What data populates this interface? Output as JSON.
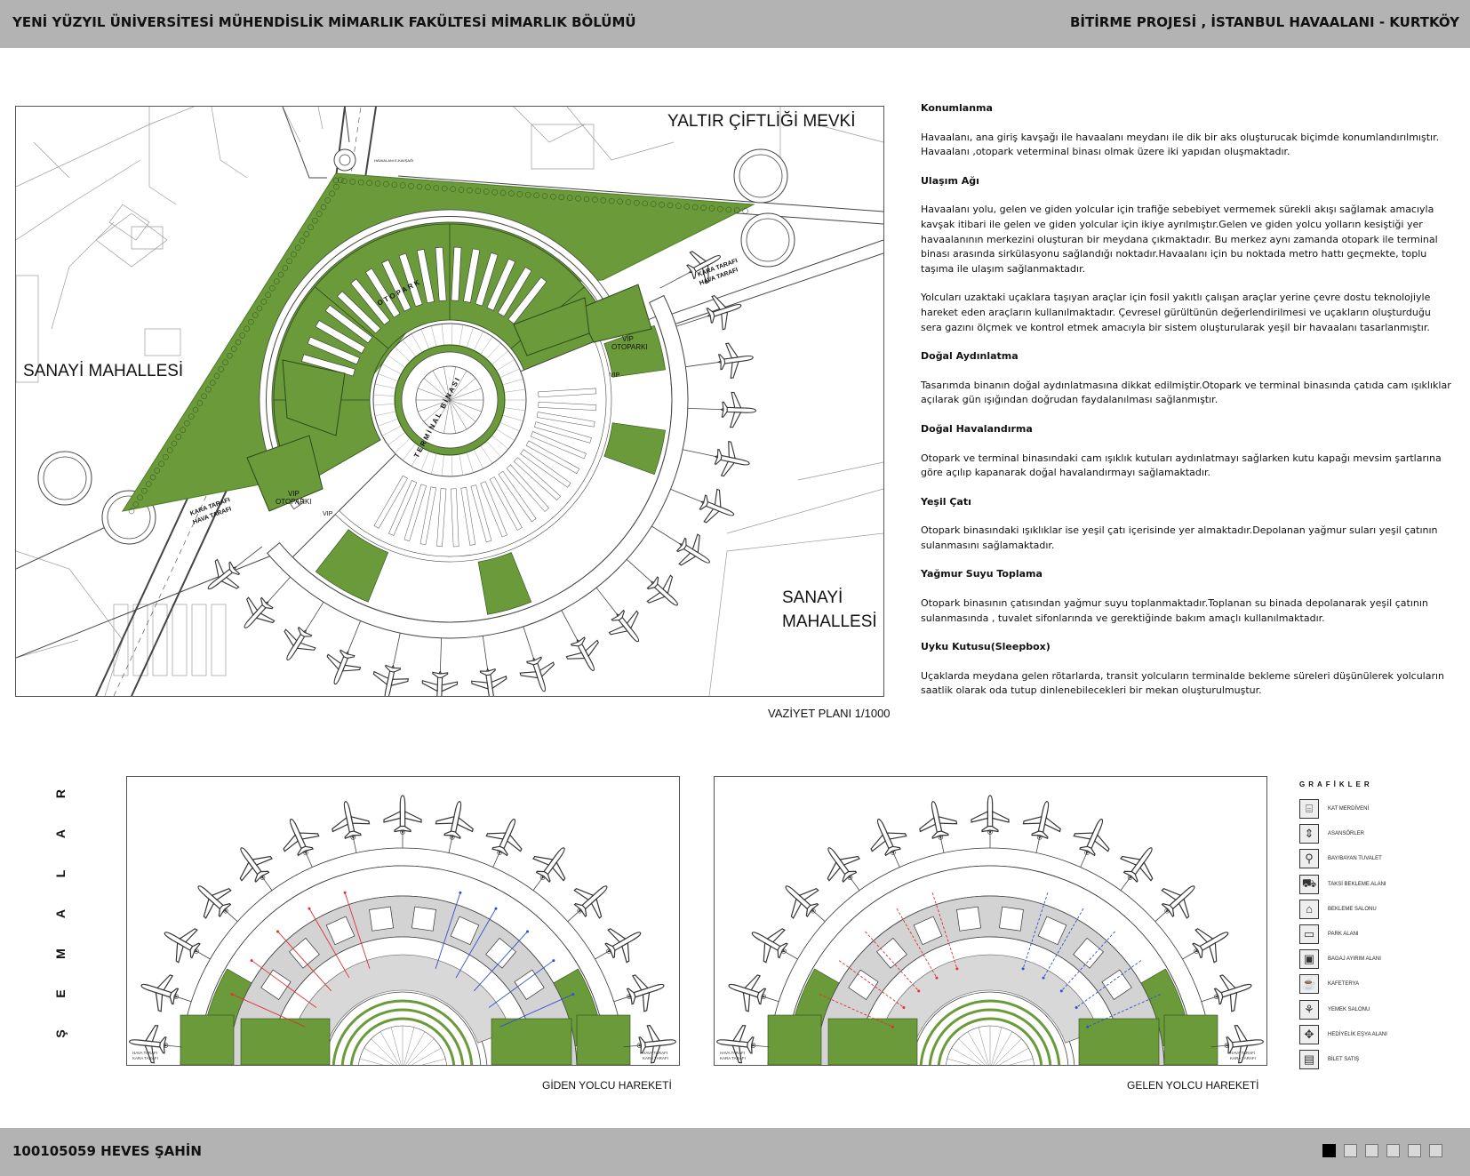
{
  "header": {
    "left": "YENİ YÜZYIL ÜNİVERSİTESİ MÜHENDİSLİK MİMARLIK FAKÜLTESİ MİMARLIK BÖLÜMÜ",
    "right": "BİTİRME PROJESİ , İSTANBUL HAVAALANI - KURTKÖY"
  },
  "siteplan": {
    "labels": {
      "north": "YALTIR ÇİFTLİĞİ MEVKİ",
      "west": "SANAYİ MAHALLESİ",
      "south_east_1": "SANAYİ",
      "south_east_2": "MAHALLESİ",
      "otopark": "O T O P A R K",
      "terminal": "T E R M İ N A L   B İ N A S I",
      "vip_parking_1": "VIP",
      "vip_parking_2": "OTOPARKI",
      "vip": "VIP",
      "kara_hava_1": "KARA TARAFI",
      "kara_hava_2": "HAVA TARAFI",
      "road": "HAVAALANI E-KAVŞAĞI"
    },
    "caption": "VAZİYET PLANI 1/1000"
  },
  "text": {
    "sections": [
      {
        "title": "Konumlanma",
        "paragraphs": [
          "Havaalanı, ana giriş kavşağı ile havaalanı meydanı ile dik bir aks oluşturucak biçimde konumlandırılmıştır. Havaalanı ,otopark veterminal binası olmak üzere iki yapıdan oluşmaktadır."
        ]
      },
      {
        "title": "Ulaşım Ağı",
        "paragraphs": [
          "Havaalanı yolu, gelen ve giden yolcular için trafiğe sebebiyet vermemek sürekli akışı sağlamak amacıyla kavşak itibari ile gelen ve giden yolcular için ikiye ayrılmıştır.Gelen ve giden yolcu yolların kesiştiği yer havaalanının merkezini oluşturan bir meydana çıkmaktadır. Bu merkez aynı zamanda otopark ile terminal binası arasında sirkülasyonu sağlandığı noktadır.Havaalanı için bu noktada metro hattı geçmekte, toplu taşıma ile ulaşım sağlanmaktadır.",
          "Yolcuları uzaktaki uçaklara taşıyan araçlar için fosil yakıtlı çalışan araçlar yerine çevre dostu teknolojiyle hareket eden araçların kullanılmaktadır. Çevresel gürültünün değerlendirilmesi ve uçakların oluşturduğu sera gazını ölçmek ve kontrol etmek amacıyla bir sistem oluşturularak yeşil bir havaalanı tasarlanmıştır."
        ]
      },
      {
        "title": "Doğal Aydınlatma",
        "paragraphs": [
          "Tasarımda binanın doğal aydınlatmasına dikkat edilmiştir.Otopark ve terminal binasında çatıda cam ışıklıklar açılarak gün ışığından doğrudan faydalanılması sağlanmıştır."
        ]
      },
      {
        "title": "Doğal Havalandırma",
        "paragraphs": [
          "Otopark ve terminal binasındaki cam ışıklık kutuları aydınlatmayı sağlarken kutu kapağı mevsim şartlarına göre açılıp kapanarak doğal havalandırmayı sağlamaktadır."
        ]
      },
      {
        "title": "Yeşil Çatı",
        "paragraphs": [
          "Otopark binasındaki ışıklıklar ise yeşil çatı içerisinde yer almaktadır.Depolanan yağmur suları yeşil çatının sulanmasını sağlamaktadır."
        ]
      },
      {
        "title": "Yağmur Suyu Toplama",
        "paragraphs": [
          "Otopark binasının çatısından yağmur suyu toplanmaktadır.Toplanan su binada depolanarak yeşil çatının sulanmasında , tuvalet sifonlarında ve gerektiğinde bakım amaçlı kullanılmaktadır."
        ]
      },
      {
        "title": "Uyku Kutusu(Sleepbox)",
        "paragraphs": [
          "Uçaklarda meydana gelen rötarlarda, transit yolcuların terminalde bekleme süreleri düşünülerek yolcuların saatlik olarak oda tutup dinlenebilecekleri bir mekan oluşturulmuştur."
        ]
      }
    ]
  },
  "schemes": {
    "vertical_title": [
      "Ş",
      "E",
      "M",
      "A",
      "L",
      "A",
      "R"
    ],
    "departure_caption": "GİDEN YOLCU HAREKETİ",
    "arrival_caption": "GELEN YOLCU HAREKETİ",
    "corner_1": "HAVA TARAFI",
    "corner_2": "KARA TARAFI"
  },
  "legend": {
    "title": "GRAFİKLER",
    "items": [
      {
        "label": "KAT MERDİVENİ",
        "icon": "stairs-icon",
        "glyph": "⌸"
      },
      {
        "label": "ASANSÖRLER",
        "icon": "elevator-icon",
        "glyph": "⇕"
      },
      {
        "label": "BAY/BAYAN TUVALET",
        "icon": "wc-icon",
        "glyph": "⚲"
      },
      {
        "label": "TAKSİ BEKLEME ALANI",
        "icon": "taxi-icon",
        "glyph": "⛟"
      },
      {
        "label": "BEKLEME SALONU",
        "icon": "waiting-icon",
        "glyph": "⌂"
      },
      {
        "label": "PARK ALANI",
        "icon": "parking-icon",
        "glyph": "▭"
      },
      {
        "label": "BAGAJ AYIRIM ALANI",
        "icon": "baggage-icon",
        "glyph": "▣"
      },
      {
        "label": "KAFETERYA",
        "icon": "cafe-icon",
        "glyph": "☕"
      },
      {
        "label": "YEMEK SALONU",
        "icon": "restaurant-icon",
        "glyph": "⚘"
      },
      {
        "label": "HEDİYELİK EŞYA ALANI",
        "icon": "gift-icon",
        "glyph": "✥"
      },
      {
        "label": "BİLET SATIŞ",
        "icon": "ticket-icon",
        "glyph": "▤"
      }
    ]
  },
  "footer": {
    "name": "100105059 HEVES ŞAHİN",
    "pages": 6,
    "active_page": 1
  },
  "colors": {
    "band": "#b3b3b3",
    "green": "#6a9a3a",
    "green_dark": "#4d7a26",
    "arrow_departure": "#e03030",
    "arrow_arrival": "#3050d0"
  }
}
